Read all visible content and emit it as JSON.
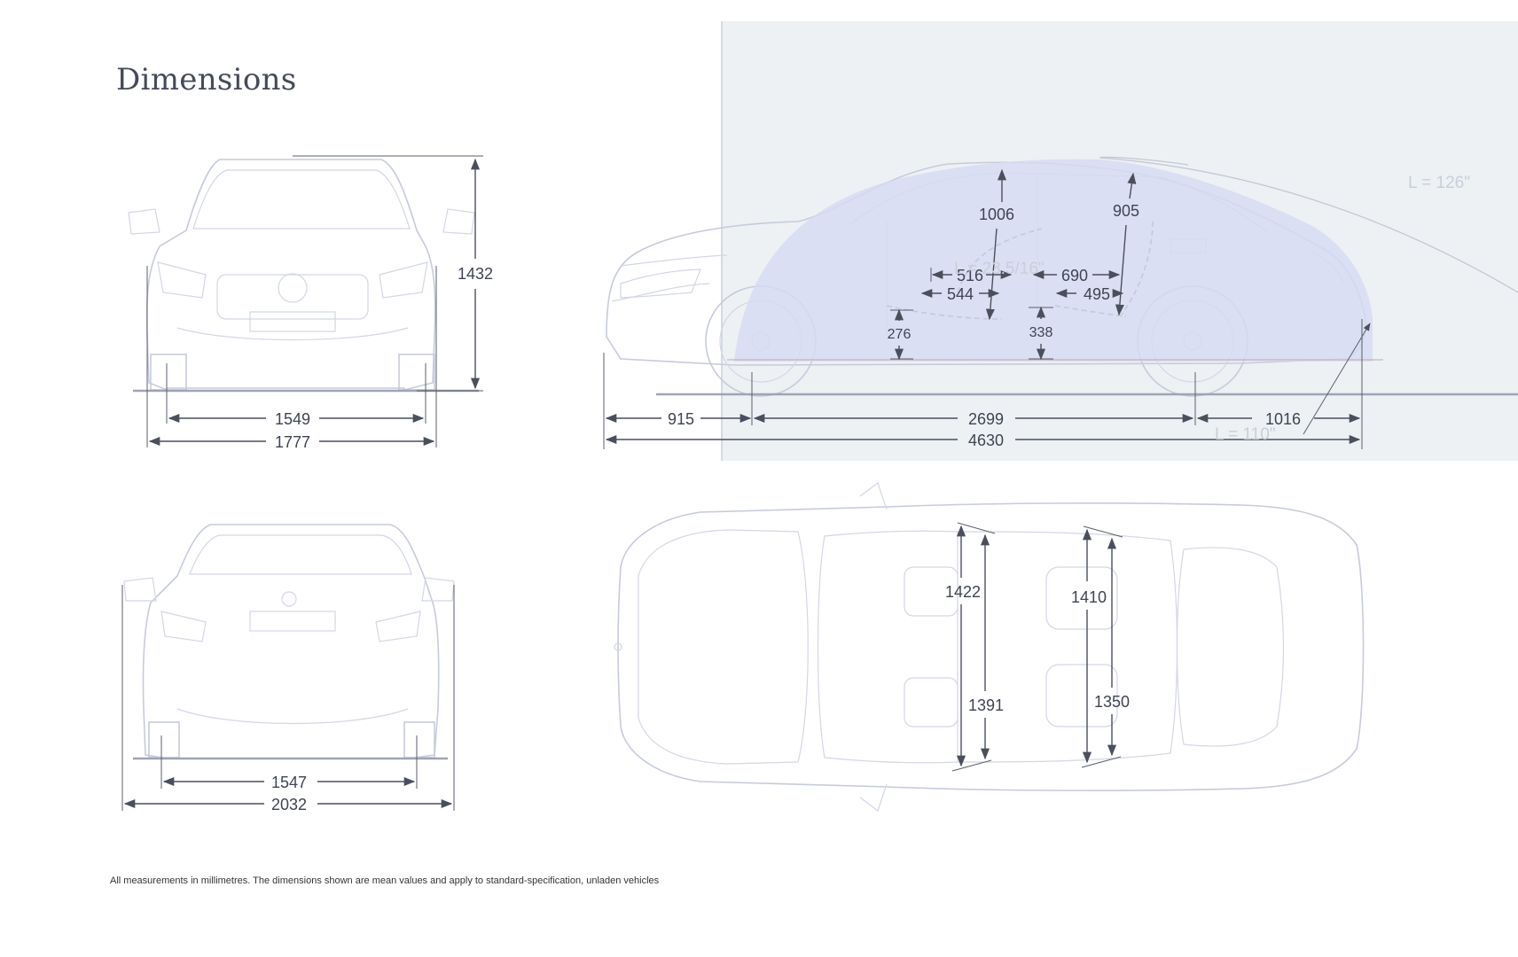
{
  "page": {
    "title": "Dimensions",
    "footnote": "All measurements in millimetres. The dimensions shown are mean values and apply to standard-specification, unladen vehicles"
  },
  "front_view": {
    "height": "1432",
    "track_front": "1549",
    "width": "1777"
  },
  "rear_view": {
    "track_rear": "1547",
    "width_mirrors": "2032"
  },
  "side_view": {
    "front_overhang": "915",
    "wheelbase": "2699",
    "rear_overhang": "1016",
    "length": "4630",
    "front_headroom": "1006",
    "rear_headroom": "905",
    "front_seat_depth": "516",
    "front_legroom": "544",
    "rear_seat_depth": "690",
    "rear_legroom": "495",
    "front_seat_height": "276",
    "rear_seat_height": "338",
    "cargo_length_top": "L = 126\"",
    "cargo_length_bottom": "L = 110\"",
    "seat_measure": "L = 23.5/16\""
  },
  "top_view": {
    "front_shoulder": "1422",
    "front_elbow": "1391",
    "rear_shoulder": "1410",
    "rear_elbow": "1350"
  },
  "colors": {
    "overlay": "#d6dbf3",
    "panel": "#edf1f4",
    "outline": "#c6cbdb",
    "dimension": "#4a4f5c"
  }
}
